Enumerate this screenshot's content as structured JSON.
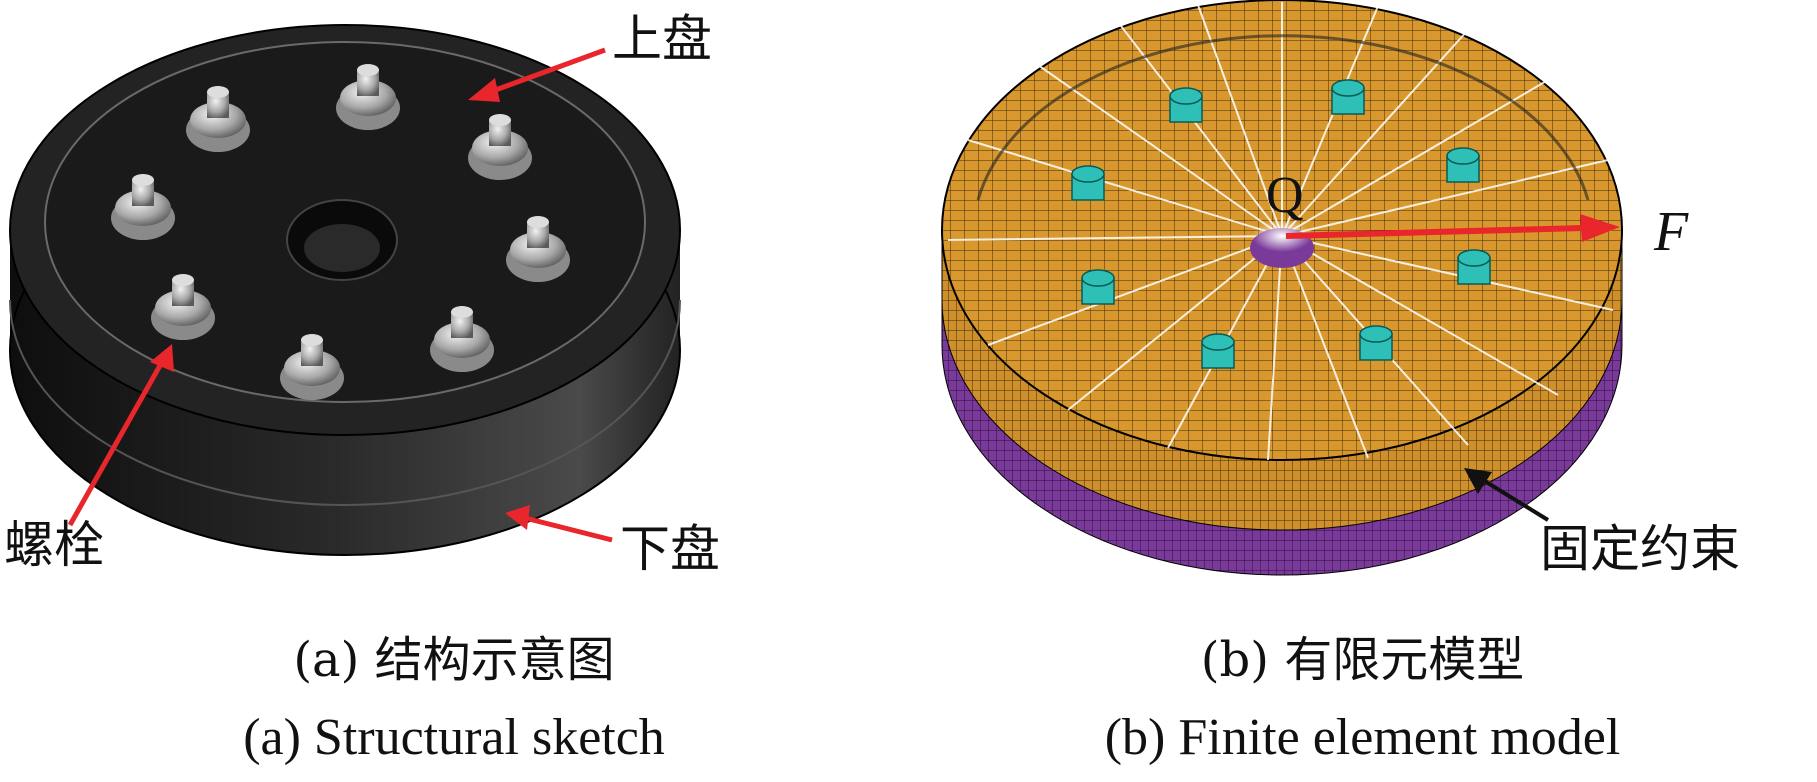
{
  "panel_a": {
    "labels": {
      "upper_disc": "上盘",
      "bolt": "螺栓",
      "lower_disc": "下盘"
    },
    "caption_cn": "(a)  结构示意图",
    "caption_en": "(a)  Structural sketch"
  },
  "panel_b": {
    "labels": {
      "point": "Q",
      "force": "F",
      "fixed_constraint": "固定约束"
    },
    "caption_cn": "(b)  有限元模型",
    "caption_en": "(b)  Finite element model"
  },
  "colors": {
    "body_dark": "#1c1c1c",
    "arrow_red": "#e8262b",
    "mesh_top": "#d9982e",
    "mesh_side_purple": "#7a3a9a",
    "bolt_cyan": "#2ebfb6"
  }
}
